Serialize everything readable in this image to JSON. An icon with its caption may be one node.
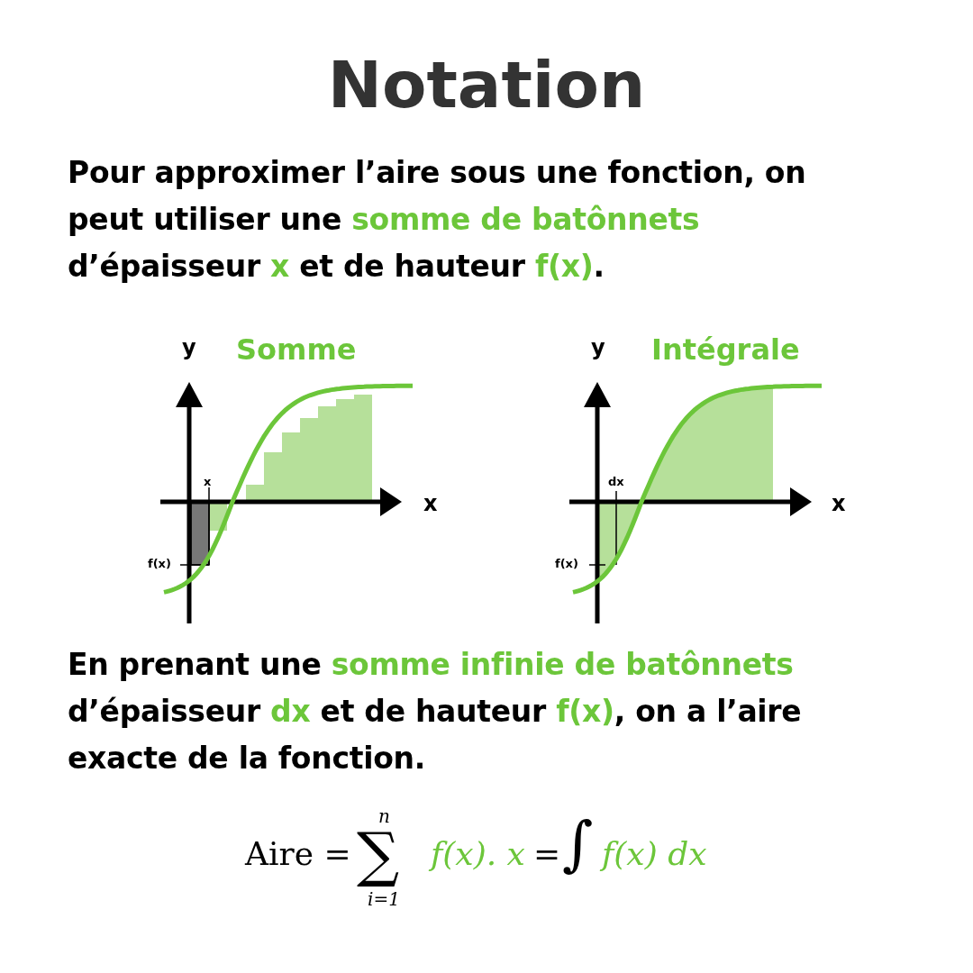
{
  "diagram": {
    "title": "Notation",
    "labels": [
      "Pour approximer l’aire sous une fonction, on peut utiliser une **somme de batônnets** d’épaisseur **x** et de hauteur **f(x)**.",
      "y",
      "Somme",
      "x",
      "x",
      "f(x)",
      "y",
      "Intégrale",
      "dx",
      "x",
      "f(x)",
      "En prenant une **somme infinie de batônnets** d’épaisseur **dx** et de hauteur **f(x)**, on a l’aire exacte de la fonction.",
      "Aire =",
      "n",
      "∑",
      "i=1",
      "f(x). x",
      "=",
      "∫",
      "f(x) dx"
    ]
  }
}
